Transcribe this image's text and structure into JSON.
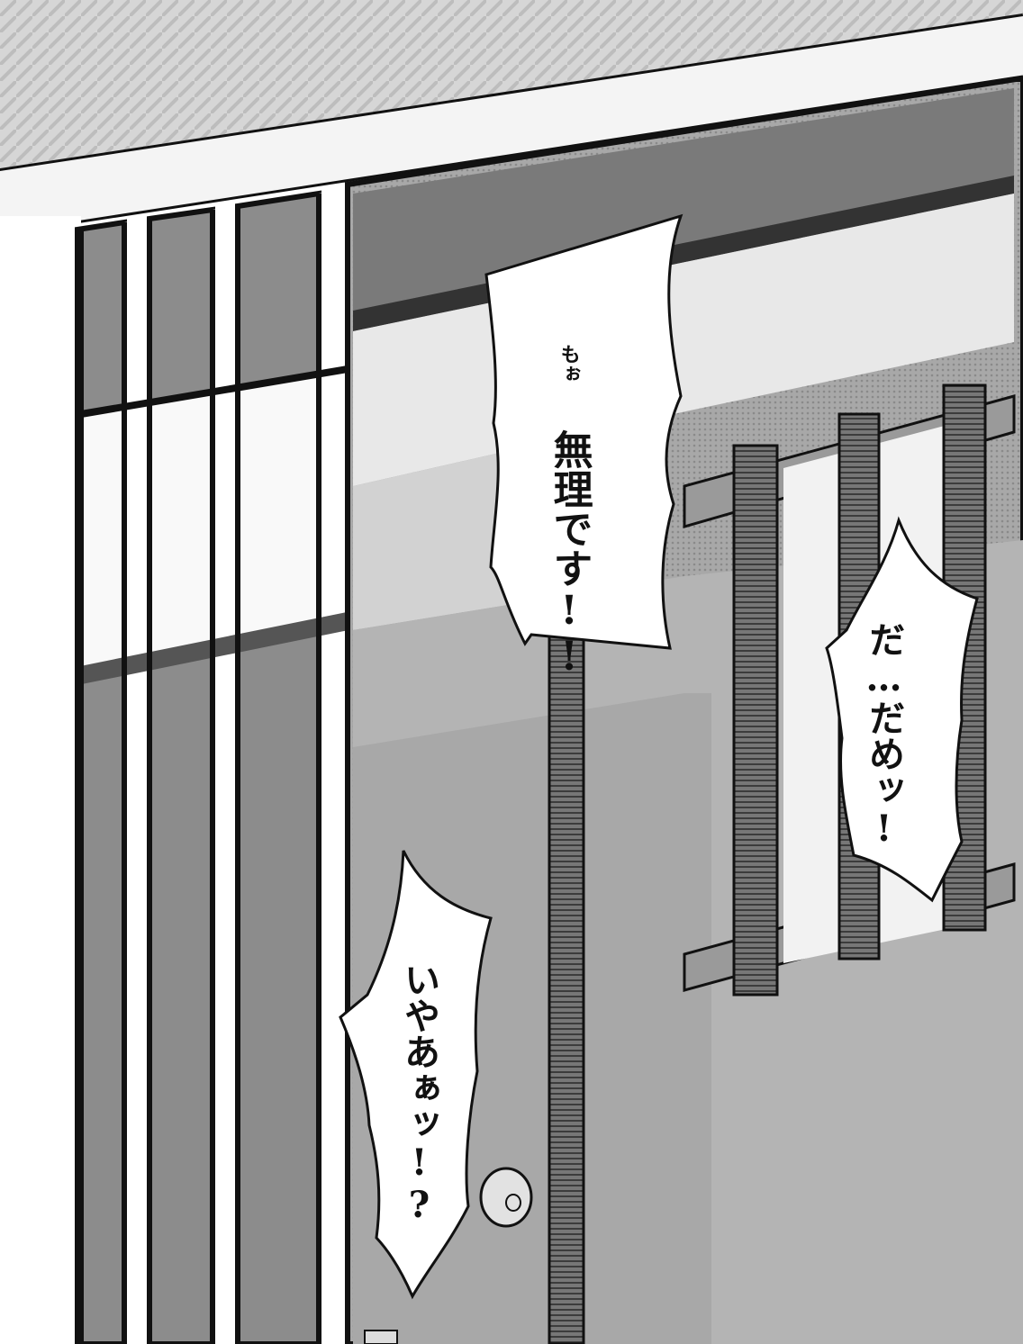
{
  "speech_bubbles": [
    {
      "furigana": "もぉ",
      "text": "無理です!!"
    },
    {
      "text": "だ…だめッ!"
    },
    {
      "text": "いやあぁッ!?"
    }
  ],
  "colors": {
    "ink": "#111111",
    "paper": "#ffffff",
    "screentone_dark": "#6e6e6e",
    "screentone_mid": "#9a9a9a",
    "screentone_light": "#c8c8c8"
  }
}
